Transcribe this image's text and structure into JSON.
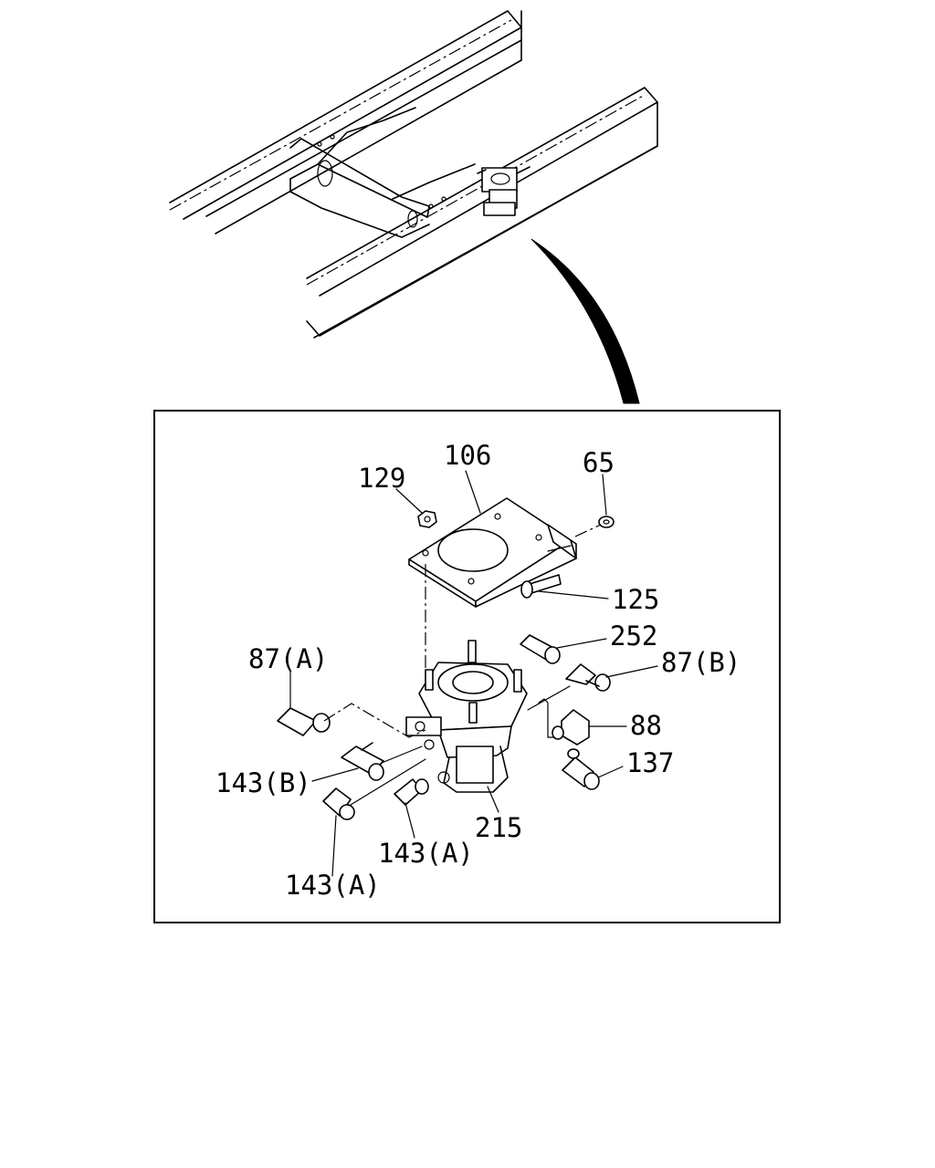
{
  "diagram": {
    "part_labels": {
      "p106": "106",
      "p129": "129",
      "p65": "65",
      "p125": "125",
      "p252": "252",
      "p87a": "87(A)",
      "p87b": "87(B)",
      "p88": "88",
      "p137": "137",
      "p143b": "143(B)",
      "p143a_1": "143(A)",
      "p143a_2": "143(A)",
      "p215": "215"
    },
    "colors": {
      "ink": "#000000",
      "paper": "#ffffff"
    }
  }
}
